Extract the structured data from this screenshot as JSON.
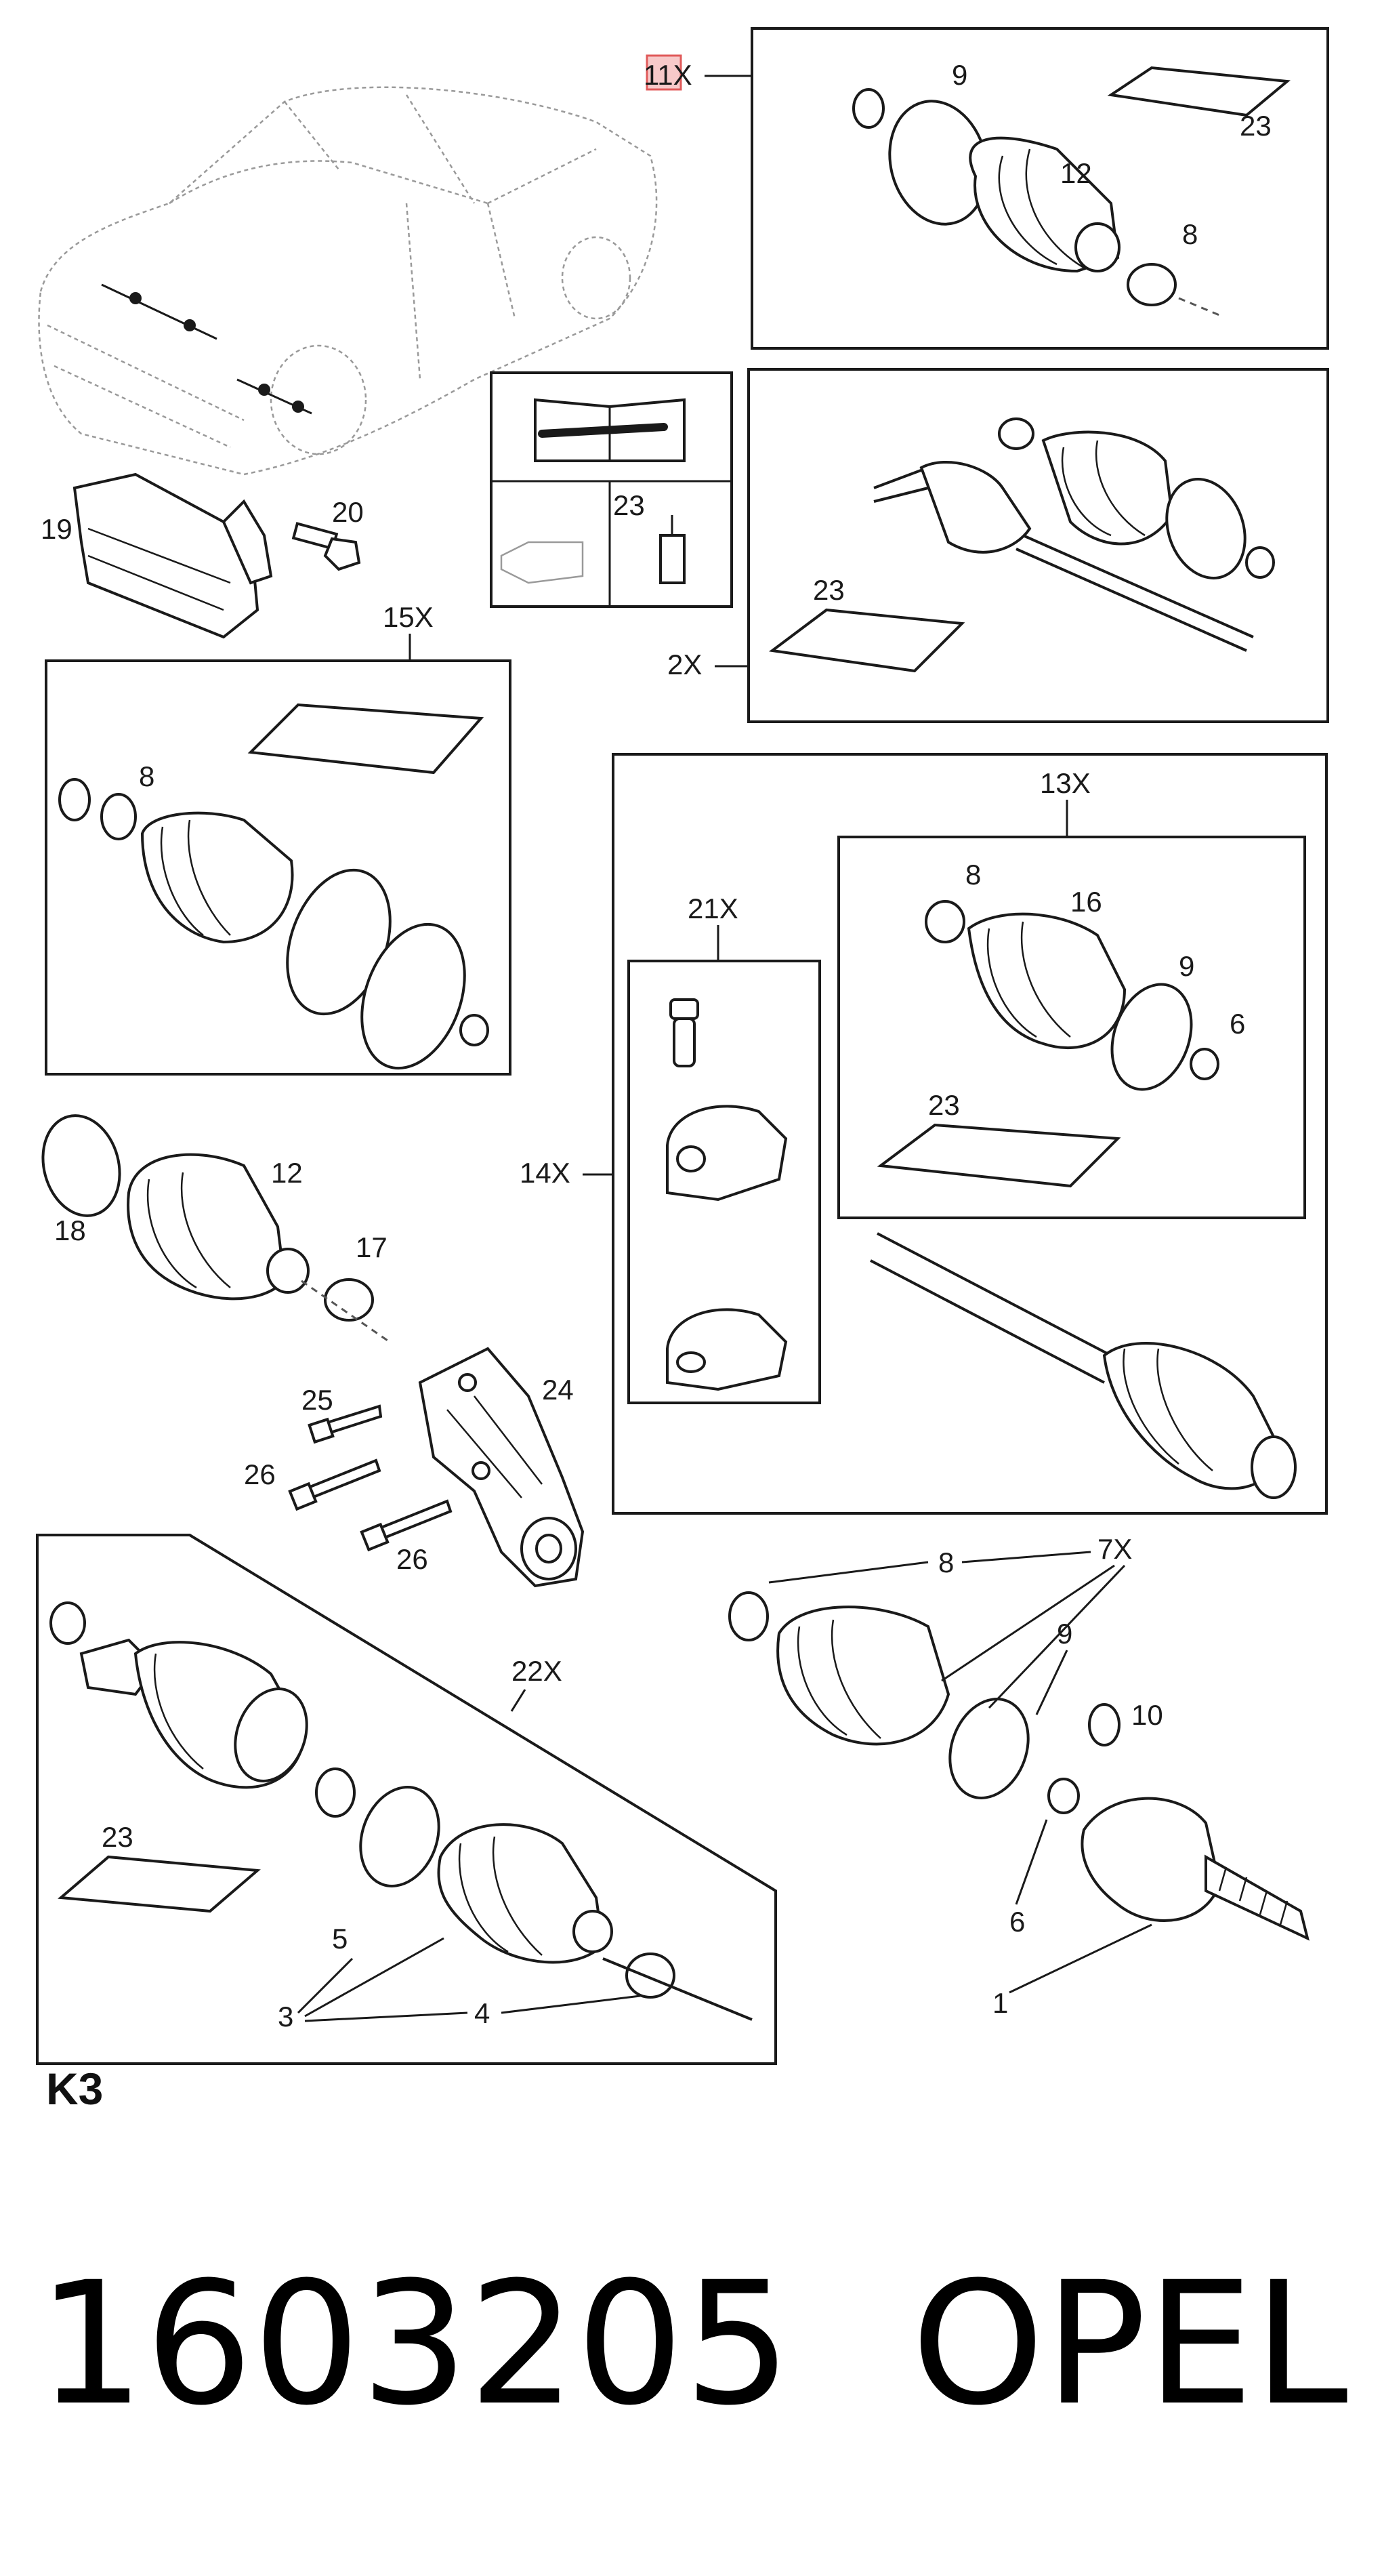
{
  "diagram": {
    "callouts": {
      "c11x": "11X",
      "c9a": "9",
      "c23a": "23",
      "c12a": "12",
      "c8a": "8",
      "c20": "20",
      "c19": "19",
      "c23manual": "23",
      "c23b": "23",
      "c2x": "2X",
      "c15x": "15X",
      "c8b": "8",
      "c13x": "13X",
      "c8c": "8",
      "c16": "16",
      "c9b": "9",
      "c6a": "6",
      "c23c": "23",
      "c21x": "21X",
      "c14x": "14X",
      "c12b": "12",
      "c17": "17",
      "c18": "18",
      "c24": "24",
      "c25": "25",
      "c26a": "26",
      "c26b": "26",
      "c22x": "22X",
      "c23d": "23",
      "c5": "5",
      "c3": "3",
      "c4": "4",
      "c8d": "8",
      "c7x": "7X",
      "c9c": "9",
      "c10": "10",
      "c6b": "6",
      "c1": "1"
    },
    "section_code": "K3"
  },
  "caption": {
    "part_number": "1603205",
    "brand": "OPEL"
  },
  "colors": {
    "highlight_fill": "#f7c9c9",
    "highlight_stroke": "#e05a5a",
    "line": "#1a1a1a"
  }
}
